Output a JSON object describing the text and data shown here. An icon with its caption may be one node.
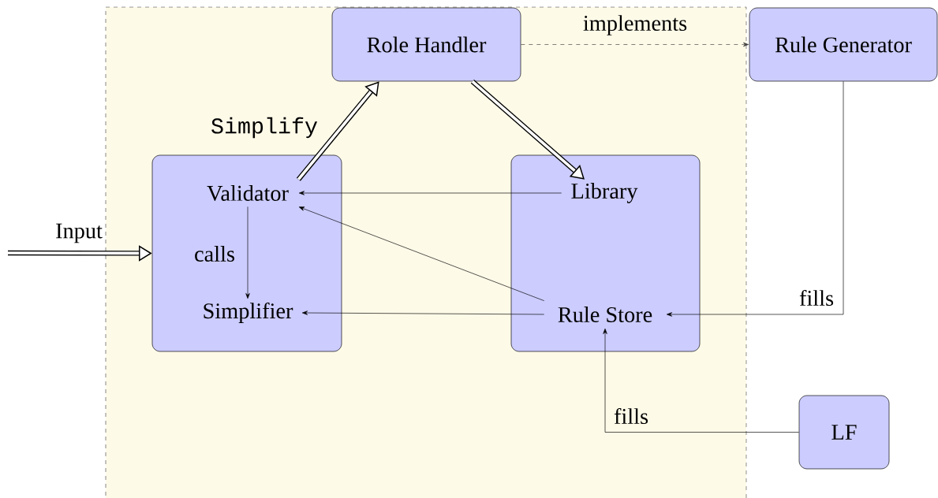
{
  "diagram": {
    "nodes": [
      {
        "text": [],
        "shape": "box"
      },
      {
        "text": [
          "Role Handler"
        ],
        "in": 0
      },
      {
        "text": [],
        "shape": "box",
        "in": 0
      },
      {
        "text": [
          "Validator"
        ],
        "in": 2
      },
      {
        "text": [
          "Simplifier"
        ],
        "in": 2
      },
      {
        "text": [],
        "shape": "box",
        "in": 0
      },
      {
        "text": [
          "Library"
        ],
        "in": 5
      },
      {
        "text": [
          "Rule Store"
        ],
        "in": 5
      },
      {
        "text": [
          "Rule Generator"
        ]
      },
      {
        "text": [
          "LF"
        ]
      }
    ],
    "edges": [
      {
        "from": null,
        "to": 2,
        "arrow": "to",
        "label": "Input",
        "style": "thick"
      },
      {
        "from": 3,
        "to": 1,
        "arrow": "to",
        "label": "Simplify",
        "style": "thick"
      },
      {
        "from": 1,
        "to": 6,
        "arrow": "to",
        "style": "thick"
      },
      {
        "from": 1,
        "to": 8,
        "arrow": "to",
        "label": "implements",
        "style": "dashed"
      },
      {
        "from": 6,
        "to": 3,
        "arrow": "to"
      },
      {
        "from": 7,
        "to": 3,
        "arrow": "to"
      },
      {
        "from": 7,
        "to": 4,
        "arrow": "to"
      },
      {
        "from": 3,
        "to": 4,
        "arrow": "to",
        "label": "calls"
      },
      {
        "from": 8,
        "to": 7,
        "arrow": "to",
        "label": "fills"
      },
      {
        "from": 9,
        "to": 7,
        "arrow": "to",
        "label": "fills"
      }
    ]
  }
}
